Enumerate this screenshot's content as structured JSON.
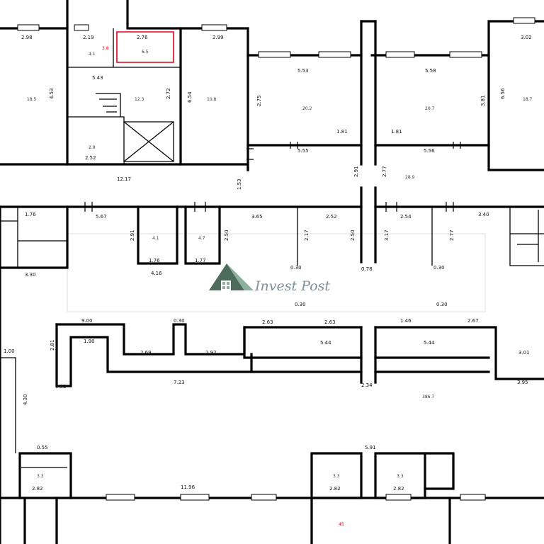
{
  "watermark": {
    "brand": "Invest Post",
    "colors": {
      "logo_dark": "#4d6b5a",
      "logo_light": "#8fb0a0",
      "text": "#7f8f9c"
    }
  },
  "colors": {
    "wall": "#000000",
    "highlight": "#e0001a",
    "window": "#000000"
  },
  "dims": {
    "d01": "2.98",
    "d02": "2.19",
    "d03": "2.76",
    "d04": "2.99",
    "d05": "5.53",
    "d06": "5.58",
    "d07": "3.02",
    "d08": "5.43",
    "d09": "4.53",
    "d10": "2.72",
    "d11": "6.54",
    "d12": "2.75",
    "d13": "3.81",
    "d14": "6.56",
    "d15": "2.52",
    "d16": "5.55",
    "d17": "1.81",
    "d18": "1.81",
    "d19": "5.56",
    "d20": "12.17",
    "d21": "2.91",
    "d22": "2.77",
    "d23": "1.53",
    "d24": "1.76",
    "d25": "5.67",
    "d26": "3.65",
    "d27": "2.52",
    "d28": "2.54",
    "d29": "3.40",
    "d30": "1.76",
    "d31": "1.77",
    "d32": "4.16",
    "d33": "3.30",
    "d34": "0.30",
    "d35": "0.78",
    "d36": "0.30",
    "d37": "9.00",
    "d38": "0.30",
    "d39": "2.63",
    "d40": "2.63",
    "d41": "1.46",
    "d42": "2.67",
    "d43": "1.90",
    "d44": "2.69",
    "d45": "2.92",
    "d46": "5.44",
    "d47": "5.44",
    "d48": "3.01",
    "d49": "7.23",
    "d50": "2.34",
    "d51": "3.95",
    "d52": "4.30",
    "d53": "0.55",
    "d54": "5.91",
    "d55": "2.82",
    "d56": "11.96",
    "d57": "2.82",
    "d58": "2.82",
    "d59": "1.00",
    "d60": "2.81",
    "d61": "0.52",
    "d62": "0.30",
    "d63": "0.30",
    "d64": "2.91",
    "d65": "2.50",
    "d66": "2.17",
    "d67": "3.17",
    "d68": "2.77",
    "d69": "2.50"
  },
  "areas": {
    "a01": "18.5",
    "a02": "4.1",
    "a03": "6.5",
    "a04": "10.8",
    "a05": "12.3",
    "a06": "2.9",
    "a07": "20.2",
    "a08": "20.7",
    "a09": "18.7",
    "a10": "28.9",
    "a11": "4.1",
    "a12": "4.7",
    "a13": "386.7",
    "a14": "3.3",
    "a15": "3.3",
    "a16": "3.3"
  },
  "highlight_labels": {
    "h1": "3.8",
    "h2": "45"
  }
}
